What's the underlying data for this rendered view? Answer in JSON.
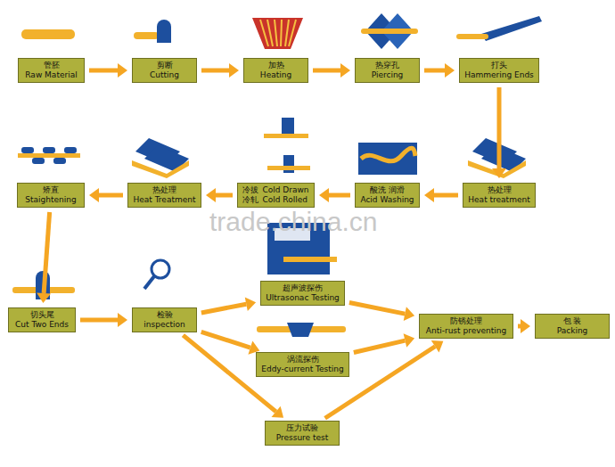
{
  "diagram": {
    "nodes": [
      {
        "text": [
          "管胚",
          "Raw Material"
        ]
      },
      {
        "text": [
          "剪断",
          "Cutting"
        ]
      },
      {
        "text": [
          "加热",
          "Heating"
        ]
      },
      {
        "text": [
          "热穿孔",
          "Piercing"
        ]
      },
      {
        "text": [
          "打头",
          "Hammering Ends"
        ]
      },
      {
        "text": [
          "矫直",
          "Staightening"
        ]
      },
      {
        "text": [
          "热处理",
          "Heat Treatment"
        ]
      },
      {
        "text": [
          "冷拔",
          "Cold Drawn",
          "冷轧",
          "Cold Rolled"
        ]
      },
      {
        "text": [
          "酸洗  润滑",
          "Acid Washing"
        ]
      },
      {
        "text": [
          "热处理",
          "Heat treatment"
        ]
      },
      {
        "text": [
          "切头尾",
          "Cut Two Ends"
        ]
      },
      {
        "text": [
          "检验",
          "inspection"
        ]
      },
      {
        "text": [
          "超声波探伤",
          "Ultrasonac Testing"
        ]
      },
      {
        "text": [
          "防锈处理",
          "Anti-rust preventing"
        ]
      },
      {
        "text": [
          "包  装",
          "Packing"
        ]
      },
      {
        "text": [
          "涡流探伤",
          "Eddy-current Testing"
        ]
      },
      {
        "text": [
          "压力试验",
          "Pressure test"
        ]
      }
    ],
    "edges": [
      {
        "from": 0,
        "to": 1,
        "arrow": "to"
      },
      {
        "from": 1,
        "to": 2,
        "arrow": "to"
      },
      {
        "from": 2,
        "to": 3,
        "arrow": "to"
      },
      {
        "from": 3,
        "to": 4,
        "arrow": "to"
      },
      {
        "from": 4,
        "to": 9,
        "arrow": "to"
      },
      {
        "from": 9,
        "to": 8,
        "arrow": "to"
      },
      {
        "from": 8,
        "to": 7,
        "arrow": "to"
      },
      {
        "from": 7,
        "to": 6,
        "arrow": "to"
      },
      {
        "from": 6,
        "to": 5,
        "arrow": "to"
      },
      {
        "from": 5,
        "to": 10,
        "arrow": "to"
      },
      {
        "from": 10,
        "to": 11,
        "arrow": "to"
      },
      {
        "from": 11,
        "to": 12,
        "arrow": "to"
      },
      {
        "from": 11,
        "to": 15,
        "arrow": "to"
      },
      {
        "from": 11,
        "to": 16,
        "arrow": "to"
      },
      {
        "from": 12,
        "to": 13,
        "arrow": "to"
      },
      {
        "from": 15,
        "to": 13,
        "arrow": "to"
      },
      {
        "from": 16,
        "to": 13,
        "arrow": "to"
      },
      {
        "from": 13,
        "to": 14,
        "arrow": "to"
      }
    ],
    "labels": [
      "trade.china.cn"
    ]
  }
}
